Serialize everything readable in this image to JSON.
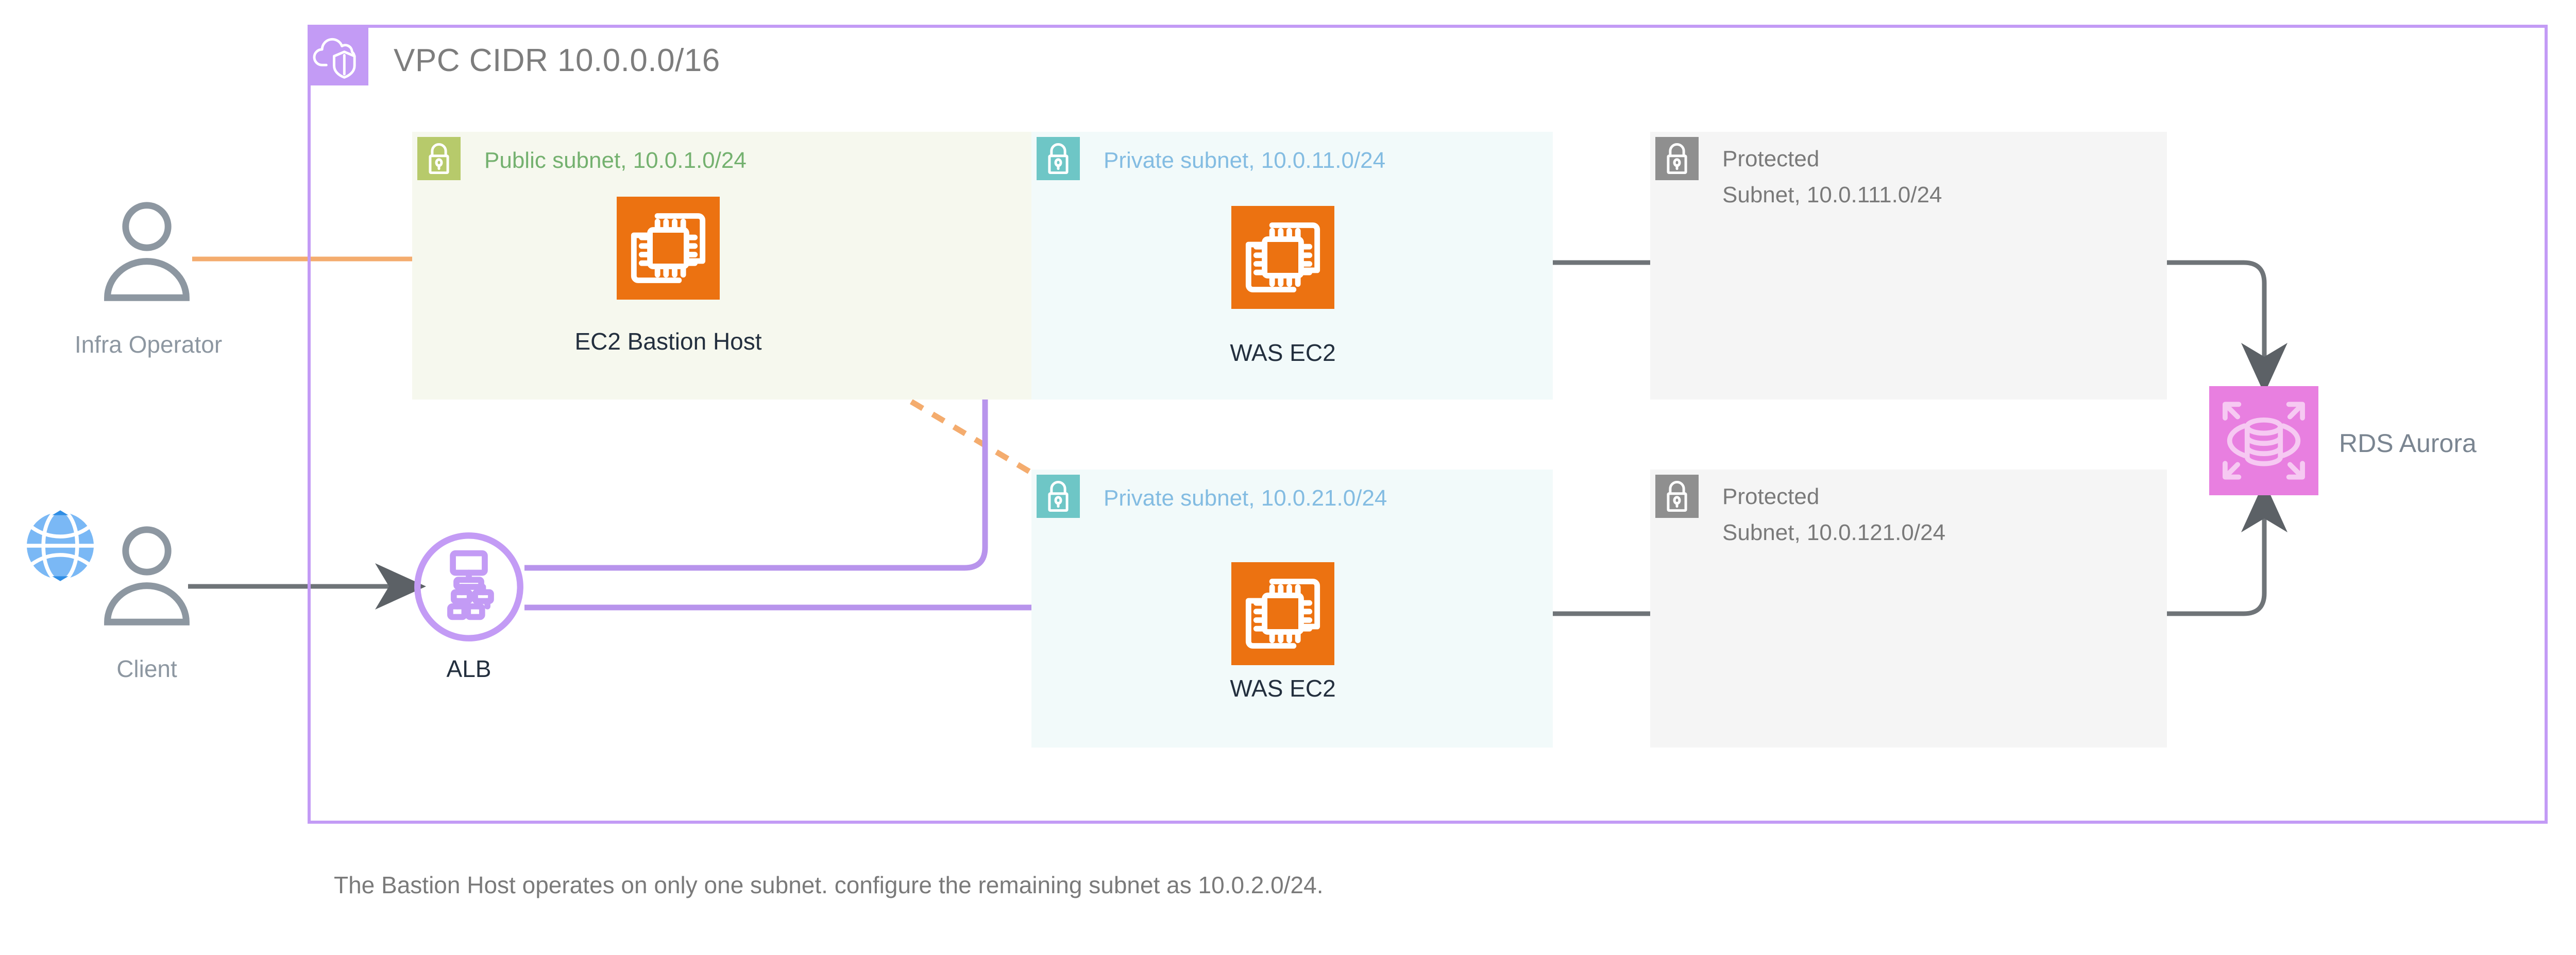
{
  "vpc": {
    "title": "VPC CIDR 10.0.0.0/16",
    "icon": "vpc-cloud-shield-icon",
    "border_color": "#c39bf5",
    "icon_bg": "#c39bf5"
  },
  "subnets": [
    {
      "id": "public-a",
      "icon": "lock-icon",
      "label": "Public subnet, 10.0.1.0/24",
      "label2": "",
      "badge_color": "#b7ca6b",
      "text_color": "#74b16f",
      "bg": "#f6f8ee"
    },
    {
      "id": "private-a",
      "icon": "lock-icon",
      "label": "Private subnet, 10.0.11.0/24",
      "label2": "",
      "badge_color": "#6ec6c6",
      "text_color": "#83bce2",
      "bg": "#f2fafa"
    },
    {
      "id": "protected-a",
      "icon": "lock-icon",
      "label": "Protected",
      "label2": "Subnet, 10.0.111.0/24",
      "badge_color": "#8f8f8f",
      "text_color": "#7a7a7a",
      "bg": "#f5f5f5"
    },
    {
      "id": "private-b",
      "icon": "lock-icon",
      "label": "Private subnet, 10.0.21.0/24",
      "label2": "",
      "badge_color": "#6ec6c6",
      "text_color": "#83bce2",
      "bg": "#f2fafa"
    },
    {
      "id": "protected-b",
      "icon": "lock-icon",
      "label": "Protected",
      "label2": "Subnet, 10.0.121.0/24",
      "badge_color": "#8f8f8f",
      "text_color": "#7a7a7a",
      "bg": "#f5f5f5"
    }
  ],
  "actors": [
    {
      "id": "infra-operator",
      "label": "Infra Operator",
      "icon": "user-icon",
      "color": "#8d97a1"
    },
    {
      "id": "client",
      "label": "Client",
      "icon": "user-globe-icon",
      "color": "#8d97a1",
      "globe_color": "#66aef0"
    }
  ],
  "nodes": [
    {
      "id": "bastion",
      "label": "EC2 Bastion Host",
      "icon": "ec2-instance-icon",
      "color": "#ec7211"
    },
    {
      "id": "alb",
      "label": "ALB",
      "icon": "load-balancer-icon",
      "color": "#c39bf5"
    },
    {
      "id": "was-a",
      "label": "WAS EC2",
      "icon": "ec2-instance-icon",
      "color": "#ec7211"
    },
    {
      "id": "was-b",
      "label": "WAS EC2",
      "icon": "ec2-instance-icon",
      "color": "#ec7211"
    },
    {
      "id": "rds",
      "label": "RDS Aurora",
      "icon": "rds-aurora-icon",
      "color": "#e87fe0"
    }
  ],
  "connections": [
    {
      "id": "operator-to-bastion",
      "from": "infra-operator",
      "to": "bastion",
      "style": "solid",
      "color": "#f4ac6e"
    },
    {
      "id": "bastion-to-was-a",
      "from": "bastion",
      "to": "was-a",
      "style": "dashed",
      "color": "#f4ac6e"
    },
    {
      "id": "bastion-to-was-b",
      "from": "bastion",
      "to": "was-b",
      "style": "dashed",
      "color": "#f4ac6e"
    },
    {
      "id": "client-to-alb",
      "from": "client",
      "to": "alb",
      "style": "solid",
      "color": "#6f7478"
    },
    {
      "id": "alb-to-was-a",
      "from": "alb",
      "to": "was-a",
      "style": "solid",
      "color": "#c39bf5"
    },
    {
      "id": "alb-to-was-b",
      "from": "alb",
      "to": "was-b",
      "style": "solid",
      "color": "#c39bf5"
    },
    {
      "id": "was-a-to-rds",
      "from": "was-a",
      "to": "rds",
      "style": "solid",
      "color": "#6f7478"
    },
    {
      "id": "was-b-to-rds",
      "from": "was-b",
      "to": "rds",
      "style": "solid",
      "color": "#6f7478"
    }
  ],
  "caption": "The Bastion Host operates on only one subnet. configure the remaining subnet as 10.0.2.0/24."
}
